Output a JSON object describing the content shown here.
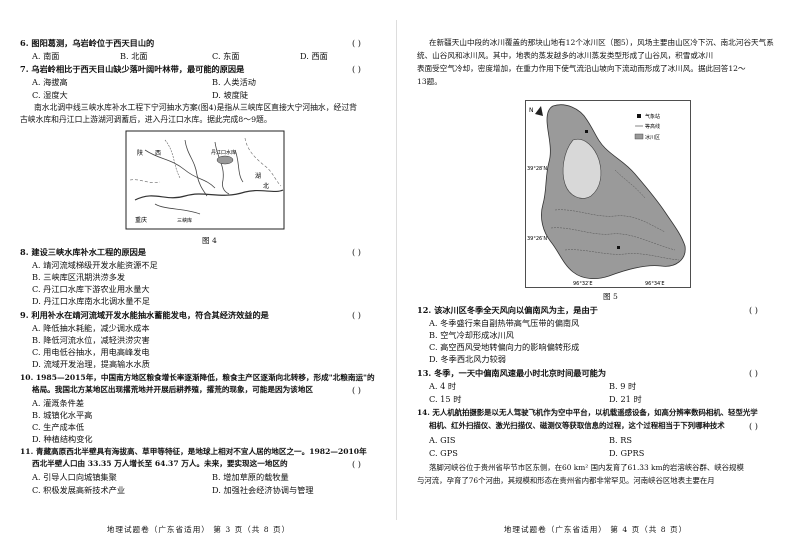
{
  "left_page": {
    "q6": {
      "text": "6. 图阳葛测，乌岩岭位于西天目山的",
      "paren": "(     )",
      "options": [
        "A. 南面",
        "B. 北面",
        "C. 东面",
        "D. 西面"
      ]
    },
    "q7": {
      "text": "7. 乌岩岭相比于西天目山缺少落叶阔叶林带，最可能的原因是",
      "paren": "(     )",
      "options": [
        "A. 海拔高",
        "B. 人类活动",
        "C. 湿度大",
        "D. 坡度陡"
      ]
    },
    "intro": [
      "南水北调中线三峡水库补水工程下宁河抽水方案(图4)是指从三峡库区直接大宁河抽水，经过背",
      "古峡水库和丹江口上游湖河调蓄后，进入丹江口水库。据此完成8～9题。"
    ],
    "fig4": {
      "caption": "图 4",
      "labels": [
        "湖",
        "北",
        "陕",
        "西",
        "重庆",
        "丹江口水库",
        "三峡库"
      ]
    },
    "q8": {
      "text": "8. 建设三峡水库补水工程的原因是",
      "paren": "(     )",
      "options": [
        "A. 靖河流域梯级开发水能资源不足",
        "B. 三峡库区汛期洪涝多发",
        "C. 丹江口水库下游农业用水量大",
        "D. 丹江口水库南水北调水量不足"
      ]
    },
    "q9": {
      "text": "9. 利用补水在靖河流域开发水能抽水蓄能发电，符合其经济效益的是",
      "paren": "(     )",
      "options": [
        "A. 降低抽水耗能，减少调水成本",
        "B. 降低河流水位，减轻洪涝灾害",
        "C. 用电低谷抽水，用电高峰发电",
        "D. 流域开发治理，提高输水水质"
      ]
    },
    "q10": {
      "lines": [
        "10. 1985—2015年，中国南方地区粮食增长率逐渐降低，粮食主产区逐渐向北转移，形成\"北粮南运\"的",
        "格局。我国北方某地区出现撂荒地并开展后耕养殖，撂荒的现象，可能是因为该地区"
      ],
      "paren": "(     )",
      "options": [
        "A. 灌溉条件差",
        "B. 城镇化水平高",
        "C. 生产成本低",
        "D. 种植结构变化"
      ]
    },
    "q11": {
      "lines": [
        "11. 青藏高原西北半壁具有海拔高、草甲等特征，是地球上相对不宜人居的地区之一。1982—2010年",
        "西北半壁人口由 33.35 万人增长至 64.37 万人。未来，要实现这一地区的"
      ],
      "paren": "(     )",
      "options": [
        "A. 引导人口向城镇集聚",
        "B. 增加草原的载牧量",
        "C. 积极发展高新技术产业",
        "D. 加强社会经济协调与管理"
      ]
    },
    "footer": "地理试题卷（广东省适用）  第 3 页（共 8 页）"
  },
  "right_page": {
    "intro": [
      "在新疆天山中段的冰川覆盖的那块山地有12个冰川区（图5），风场主要由山区冷下沉、南北河谷天气系",
      "统、山谷风和冰川风。其中，地表的蒸发越多的冰川蒸发类型形成了山谷风，积雪或冰川",
      "表面受空气冷却，密度增加，在重力作用下使气流沿山坡向下流动而形成了冰川风。据此回答12～",
      "13题。"
    ],
    "fig5": {
      "caption": "图 5",
      "legend": [
        "气象站",
        "等高线",
        "冰川区"
      ],
      "lat_labels": [
        "39°28′N",
        "39°26′N"
      ],
      "lon_labels": [
        "96°32′E",
        "96°34′E"
      ]
    },
    "q12": {
      "text": "12. 该冰川区冬季全天风向以偏南风为主，是由于",
      "paren": "(     )",
      "options": [
        "A. 冬季盛行来自副热带高气压带的偏南风",
        "B. 空气冷却形成冰川风",
        "C. 高空西风受地转偏向力的影响偏转形成",
        "D. 冬季西北风力较弱"
      ]
    },
    "q13": {
      "text": "13. 冬季，一天中偏南风速最小时北京时间最可能为",
      "paren": "(     )",
      "options": [
        "A. 4 时",
        "B. 9 时",
        "C. 15 时",
        "D. 21 时"
      ]
    },
    "q14": {
      "lines": [
        "14. 无人机航拍摄影是以无人驾驶飞机作为空中平台，以机载遥感设备，如高分辨率数码相机、轻型光学",
        "相机、红外扫描仪、激光扫描仪、磁测仪等获取信息的过程，这个过程相当于下列哪种技术"
      ],
      "paren": "(     )",
      "options": [
        "A. GIS",
        "B. RS",
        "C. GPS",
        "D. GPRS"
      ]
    },
    "intro2": [
      "落脚河峡谷位于贵州省毕节市区东侧，在60 km² 国内发育了61.33 km的岩溶峡谷群、峡谷规模",
      "与河流，孕育了76个河曲，其规模和形态在贵州省内都非常罕见。河南峡谷区地表主要在月"
    ],
    "footer": "地理试题卷（广东省适用）  第 4 页（共 8 页）"
  }
}
